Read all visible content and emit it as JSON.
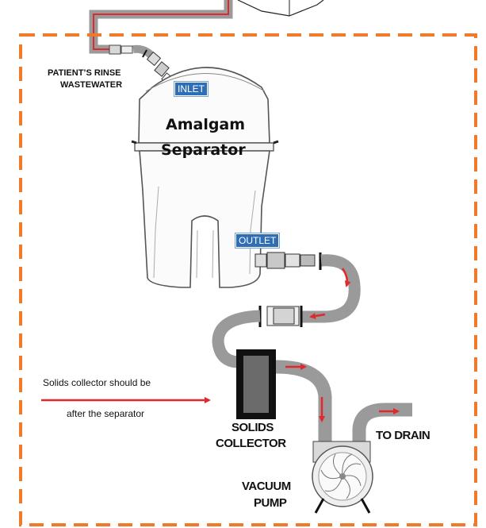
{
  "labels": {
    "patient_rinse": "PATIENT’S RINSE",
    "wastewater": "WASTEWATER",
    "inlet": "INLET",
    "amalgam": "Amalgam",
    "separator": "Separator",
    "outlet": "OUTLET",
    "note_line1": "Solids collector should be",
    "note_line2": "after the separator",
    "solids": "SOLIDS",
    "collector": "COLLECTOR",
    "to_drain": "TO DRAIN",
    "vacuum": "VACUUM",
    "pump": "PUMP"
  },
  "colors": {
    "border_dashed": "#f07a2a",
    "pipe_gray": "#9a9a9a",
    "flow_red": "#e0282e",
    "tag_blue": "#2f6db5",
    "collector_black": "#111111",
    "collector_gray": "#6b6b6b"
  }
}
